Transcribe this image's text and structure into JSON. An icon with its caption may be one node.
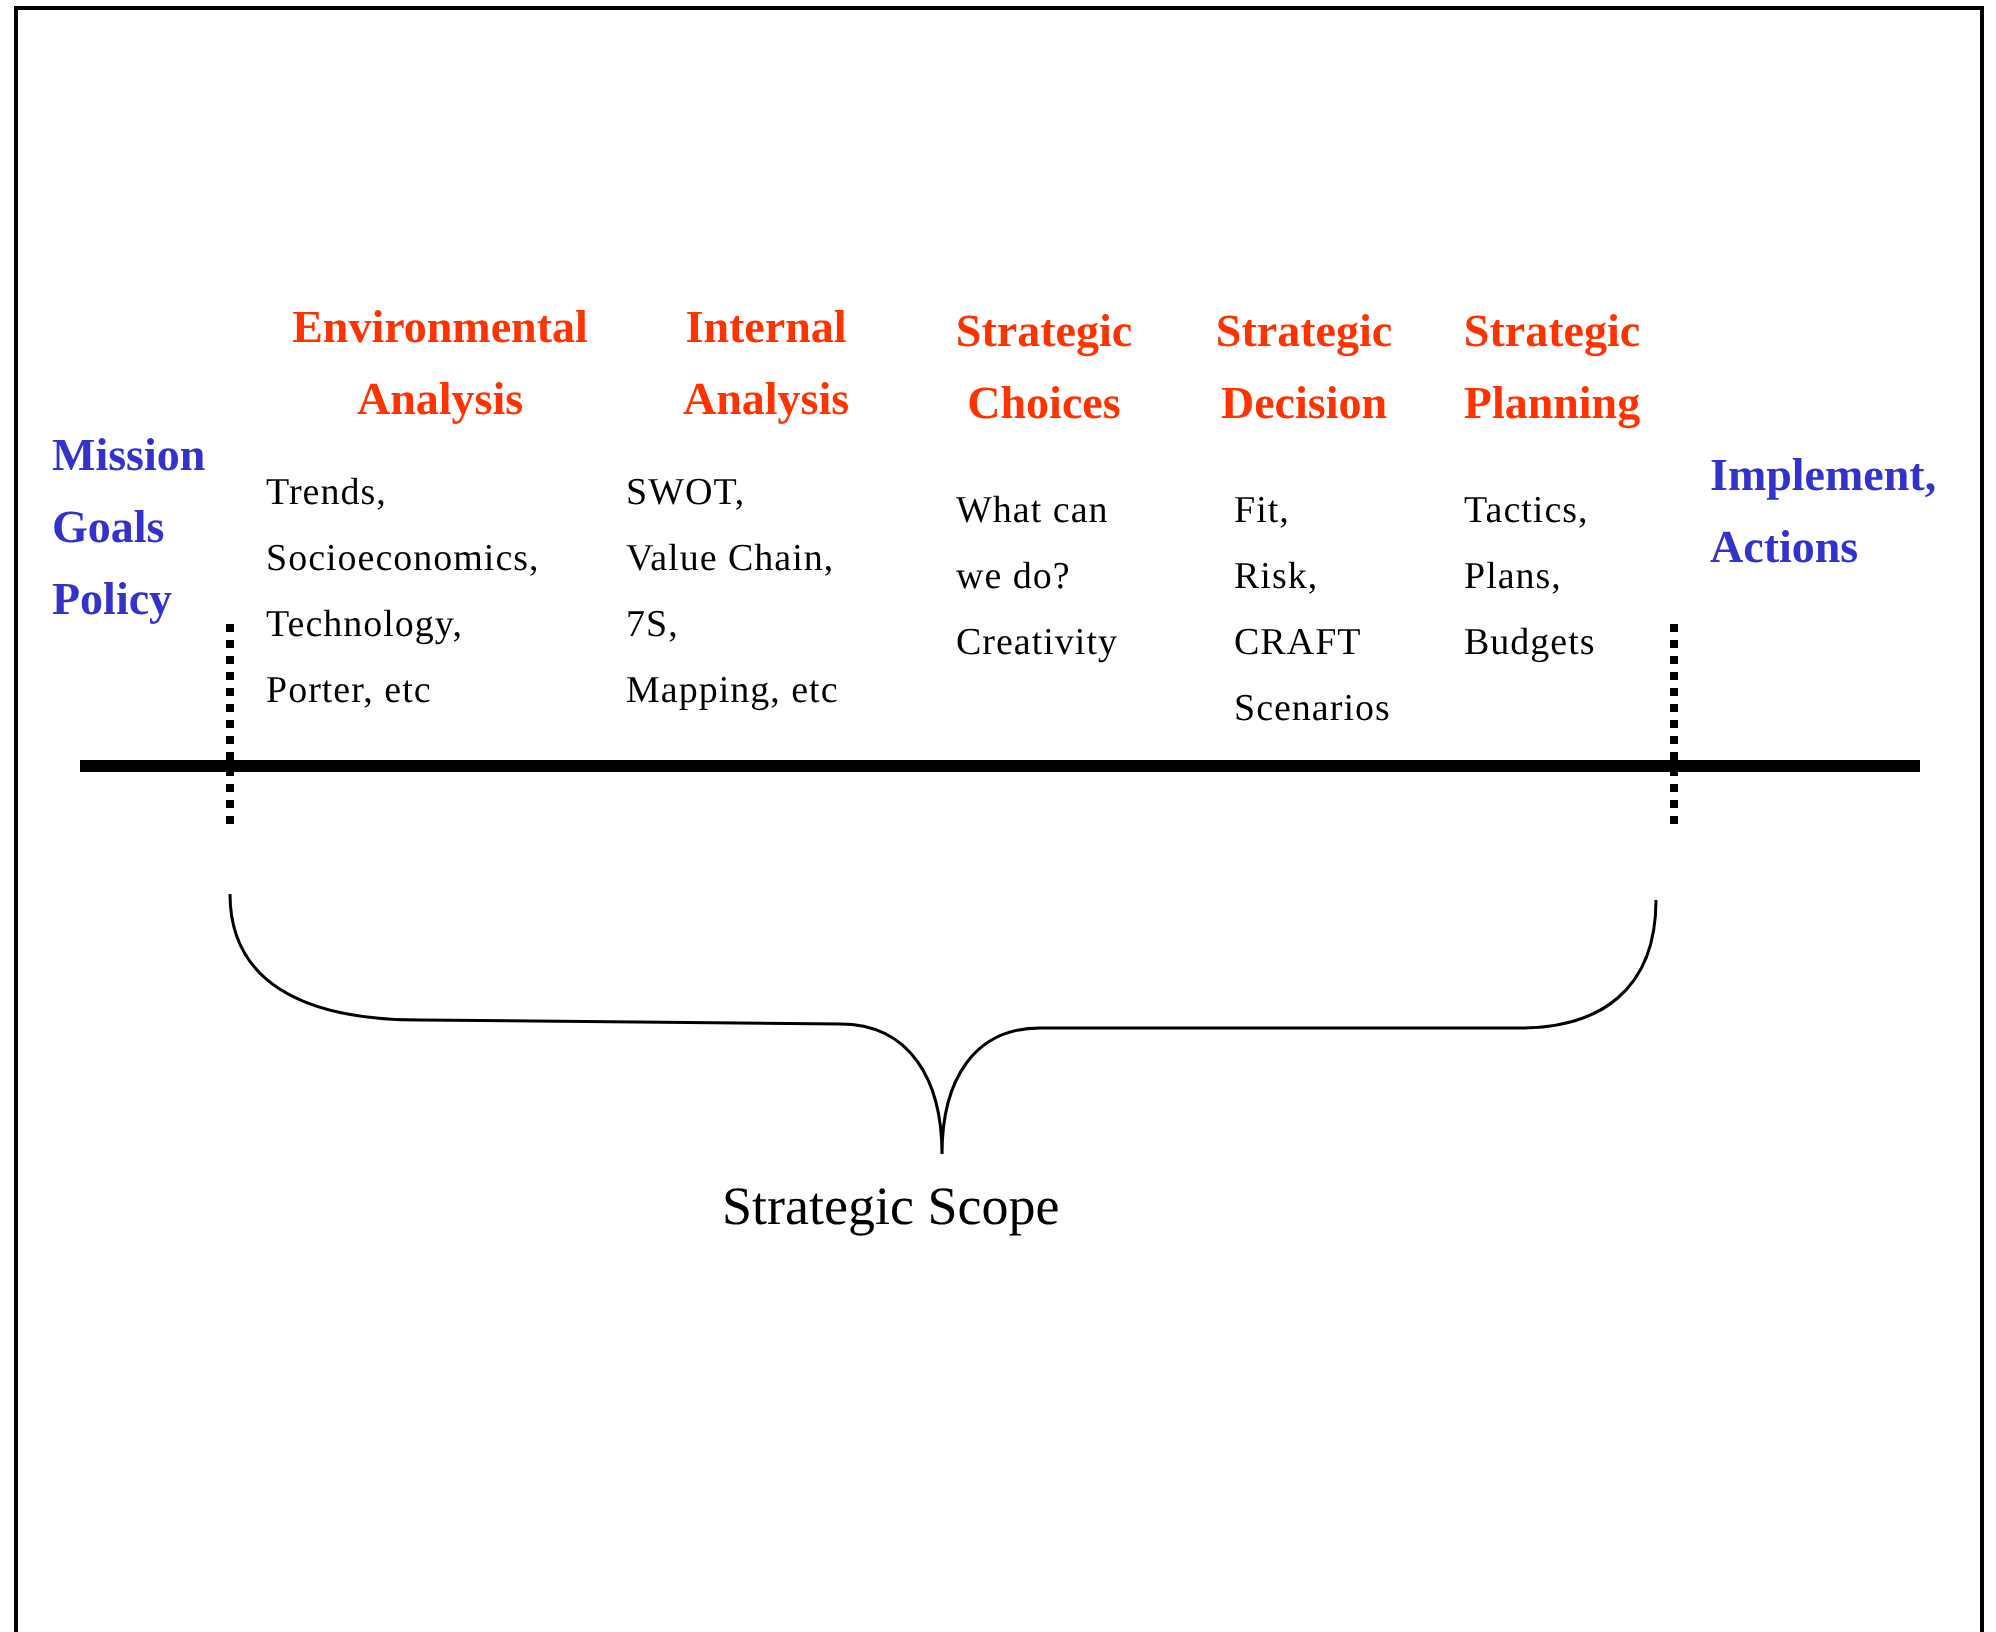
{
  "diagram": {
    "nodes": [
      {
        "text": [
          "Mission",
          "Goals",
          "Policy"
        ]
      },
      {
        "text": [
          "Environmental Analysis",
          "Trends,",
          "Socioeconomics,",
          "Technology,",
          "Porter, etc"
        ]
      },
      {
        "text": [
          "Internal Analysis",
          "SWOT,",
          "Value Chain,",
          "7S,",
          "Mapping, etc"
        ]
      },
      {
        "text": [
          "Strategic Choices",
          "What can",
          "we do?",
          "Creativity"
        ]
      },
      {
        "text": [
          "Strategic Decision",
          "Fit,",
          "Risk,",
          "CRAFT",
          "Scenarios"
        ]
      },
      {
        "text": [
          "Strategic Planning",
          "Tactics,",
          "Plans,",
          "Budgets"
        ]
      },
      {
        "text": [
          "Implement,",
          "Actions"
        ]
      },
      {
        "text": [
          "Strategic Scope"
        ]
      }
    ]
  }
}
